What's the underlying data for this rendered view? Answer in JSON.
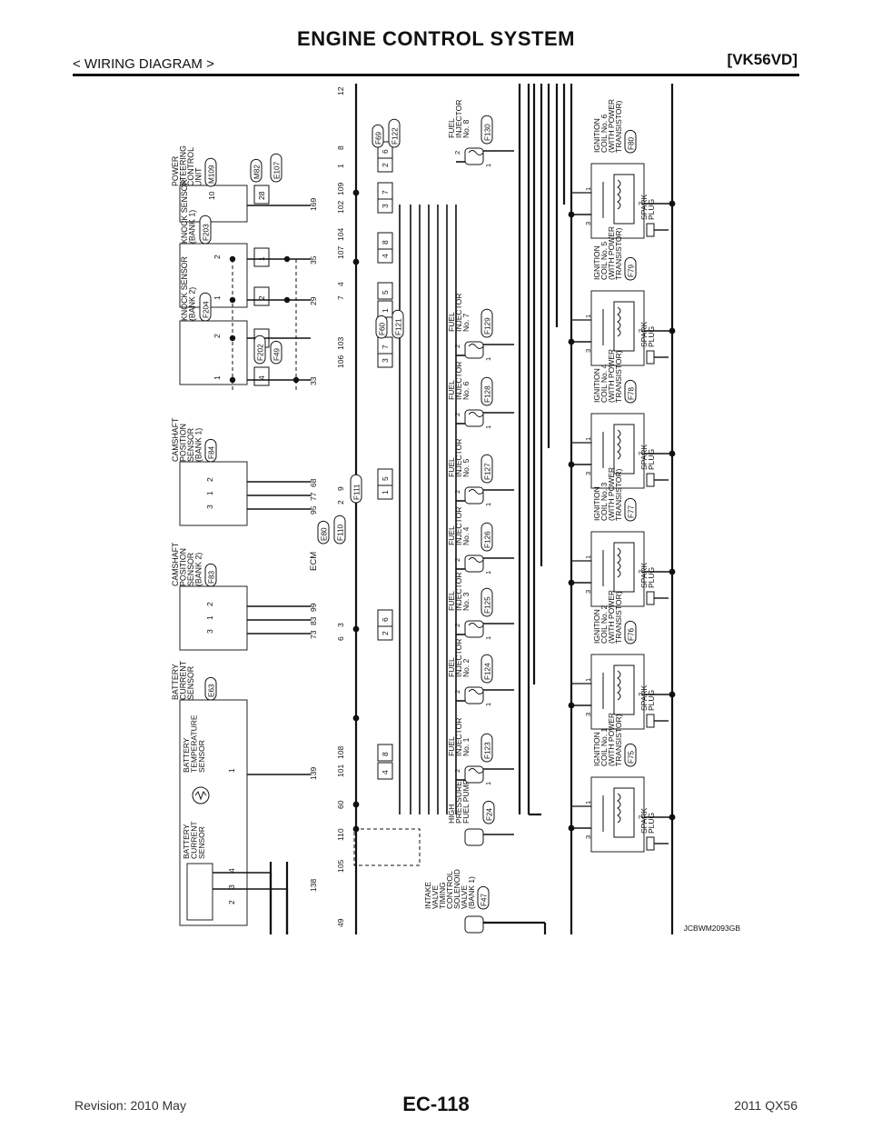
{
  "header": {
    "title": "ENGINE CONTROL SYSTEM",
    "subtitle": "< WIRING DIAGRAM >",
    "model": "[VK56VD]"
  },
  "footer": {
    "revision": "Revision: 2010 May",
    "page": "EC-118",
    "model_year": "2011 QX56"
  },
  "diagram": {
    "code": "JCBWM2093GB",
    "ecm_label": "ECM",
    "ecm_connectors": [
      "E80",
      "F110",
      "F111"
    ],
    "ecm_pins_top": [
      "49",
      "105",
      "110",
      "60",
      "101",
      "108",
      "6",
      "3",
      "2",
      "9",
      "106",
      "103",
      "7",
      "4",
      "107",
      "104",
      "102",
      "109",
      "1",
      "8",
      "12"
    ],
    "ecm_pins_left": [
      "138",
      "139",
      "73",
      "83",
      "99",
      "95",
      "77",
      "68",
      "33",
      "29",
      "35",
      "169"
    ],
    "components": {
      "ps_unit": {
        "lines": [
          "POWER",
          "STEERING",
          "CONTROL",
          "UNIT"
        ],
        "conn": "M109",
        "pin": "10"
      },
      "knock1": {
        "lines": [
          "KNOCK SENSOR",
          "(BANK 1)"
        ],
        "conn": "F203",
        "pins": [
          "1",
          "2"
        ]
      },
      "knock2": {
        "lines": [
          "KNOCK SENSOR",
          "(BANK 2)"
        ],
        "conn": "F204",
        "pins": [
          "1",
          "2"
        ]
      },
      "cam1": {
        "lines": [
          "CAMSHAFT",
          "POSITION",
          "SENSOR",
          "(BANK 1)"
        ],
        "conn": "F84",
        "pins": [
          "3",
          "1",
          "2"
        ]
      },
      "cam2": {
        "lines": [
          "CAMSHAFT",
          "POSITION",
          "SENSOR",
          "(BANK 2)"
        ],
        "conn": "F83",
        "pins": [
          "3",
          "1",
          "2"
        ]
      },
      "battery_sensor": {
        "lines": [
          "BATTERY",
          "CURRENT",
          "SENSOR"
        ],
        "conn": "E63"
      },
      "batt_temp": {
        "lines": [
          "BATTERY",
          "TEMPERATURE",
          "SENSOR"
        ]
      },
      "batt_current_inner": {
        "lines": [
          "BATTERY",
          "CURRENT",
          "SENSOR"
        ]
      },
      "batt_pins": [
        "2",
        "3",
        "4",
        "1"
      ],
      "hp_pump": {
        "lines": [
          "HIGH",
          "PRESSURE",
          "FUEL PUMP"
        ],
        "conn": "F24"
      },
      "ivt": {
        "lines": [
          "INTAKE",
          "VALVE",
          "TIMING",
          "CONTROL",
          "SOLENOID",
          "VALVE",
          "(BANK 1)"
        ],
        "conn": "F47"
      },
      "relay_conns": [
        "M82",
        "E107",
        "F202",
        "F49",
        "F60",
        "F121",
        "F69",
        "F122"
      ],
      "relay_pins": [
        "28",
        "1",
        "2",
        "3",
        "4",
        "1",
        "2",
        "3",
        "4",
        "5",
        "6",
        "7",
        "8"
      ]
    },
    "injectors": [
      {
        "label": "FUEL",
        "label2": "INJECTOR",
        "no": "No. 1",
        "conn": "F123"
      },
      {
        "label": "FUEL",
        "label2": "INJECTOR",
        "no": "No. 2",
        "conn": "F124"
      },
      {
        "label": "FUEL",
        "label2": "INJECTOR",
        "no": "No. 3",
        "conn": "F125"
      },
      {
        "label": "FUEL",
        "label2": "INJECTOR",
        "no": "No. 4",
        "conn": "F126"
      },
      {
        "label": "FUEL",
        "label2": "INJECTOR",
        "no": "No. 5",
        "conn": "F127"
      },
      {
        "label": "FUEL",
        "label2": "INJECTOR",
        "no": "No. 6",
        "conn": "F128"
      },
      {
        "label": "FUEL",
        "label2": "INJECTOR",
        "no": "No. 7",
        "conn": "F129"
      },
      {
        "label": "FUEL",
        "label2": "INJECTOR",
        "no": "No. 8",
        "conn": "F130"
      }
    ],
    "coils": [
      {
        "l1": "IGNITION",
        "l2": "COIL No. 1",
        "l3": "(WITH POWER",
        "l4": "TRANSISTOR)",
        "conn": "F75"
      },
      {
        "l1": "IGNITION",
        "l2": "COIL No. 2",
        "l3": "(WITH POWER",
        "l4": "TRANSISTOR)",
        "conn": "F76"
      },
      {
        "l1": "IGNITION",
        "l2": "COIL No. 3",
        "l3": "(WITH POWER",
        "l4": "TRANSISTOR)",
        "conn": "F77"
      },
      {
        "l1": "IGNITION",
        "l2": "COIL No. 4",
        "l3": "(WITH POWER",
        "l4": "TRANSISTOR)",
        "conn": "F78"
      },
      {
        "l1": "IGNITION",
        "l2": "COIL No. 5",
        "l3": "(WITH POWER",
        "l4": "TRANSISTOR)",
        "conn": "F79"
      },
      {
        "l1": "IGNITION",
        "l2": "COIL No. 6",
        "l3": "(WITH POWER",
        "l4": "TRANSISTOR)",
        "conn": "F80"
      }
    ],
    "spark_plug": [
      "SPARK",
      "PLUG"
    ]
  }
}
